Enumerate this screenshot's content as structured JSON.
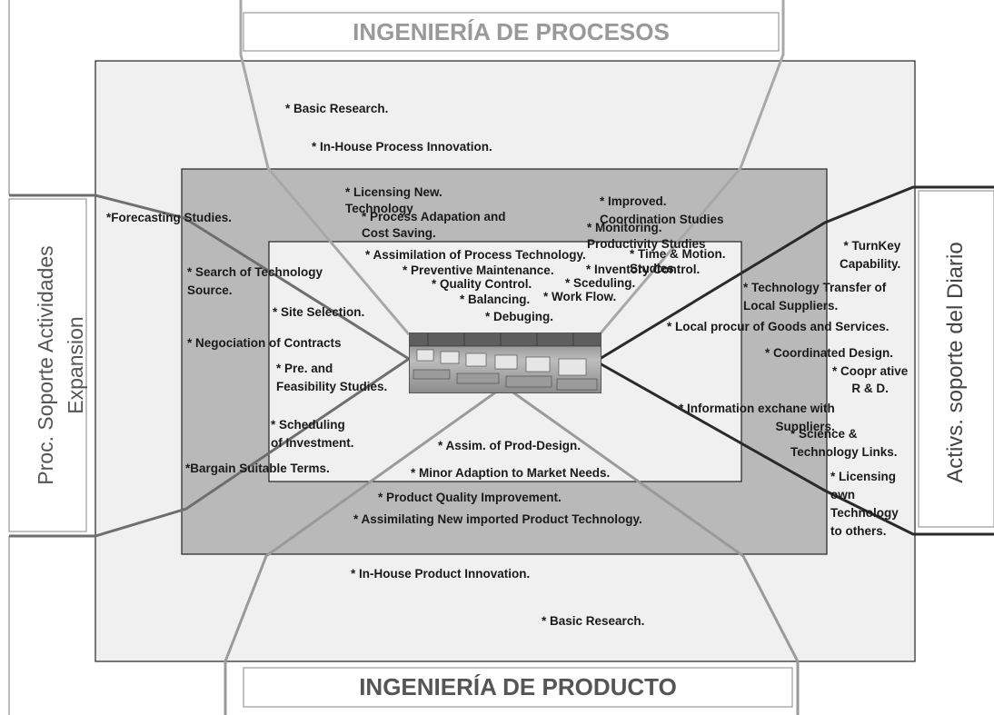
{
  "titles": {
    "top": "INGENIERÍA DE PROCESOS",
    "bottom": "INGENIERÍA DE PRODUCTO",
    "left_line1": "Proc. Soporte Actividades",
    "left_line2": "Expansion",
    "right": "Activs. soporte del Diario"
  },
  "items": {
    "basic_research_top": "* Basic Research.",
    "in_house_process": "* In-House Process Innovation.",
    "licensing_new_tech": "* Licensing New.\nTechnology",
    "process_adapation": "* Process Adapation and\nCost Saving.",
    "improved_coordination": "* Improved.\nCoordination Studies",
    "monitoring_productivity": "* Monitoring.\nProductivity Studies",
    "time_motion": "* Time & Motion.\nStudies",
    "forecasting": "*Forecasting Studies.",
    "assimilation_process": "* Assimilation of Process Technology.",
    "preventive_maintenance": "* Preventive Maintenance.",
    "inventory_control": "* Inventory Control.",
    "quality_control": "* Quality Control.",
    "sceduling": "* Sceduling.",
    "balancing": "* Balancing.",
    "work_flow": "* Work Flow.",
    "debuging": "* Debuging.",
    "search_technology": "* Search of Technology\nSource.",
    "site_selection": "* Site Selection.",
    "negociation_contracts": "* Negociation of Contracts",
    "pre_feasibility": "* Pre. and\nFeasibility Studies.",
    "scheduling_investment": "* Scheduling\nof Investment.",
    "bargain_terms": "*Bargain Suitable Terms.",
    "assim_prod_design": "* Assim. of Prod-Design.",
    "minor_adaption": "* Minor Adaption to Market Needs.",
    "product_quality": "* Product Quality Improvement.",
    "assimilating_new": "* Assimilating New imported Product Technology.",
    "in_house_product": "* In-House Product Innovation.",
    "basic_research_bottom": "* Basic Research.",
    "turnkey": "* TurnKey\nCapability.",
    "tech_transfer": "* Technology Transfer of\nLocal Suppliers.",
    "local_procur": "* Local procur of Goods and Services.",
    "coordinated_design": "* Coordinated Design.",
    "coopr_rd": "* Coopr ative\nR & D.",
    "information_exchane": "* Information exchane with\nSuppliers.",
    "science_tech_links": "* Science &\nTechnology Links.",
    "licensing_own": "* Licensing\nown\nTechnology\nto others."
  },
  "colors": {
    "outer_box": "#f0f0f0",
    "middle_box": "#b9b9b9",
    "inner_box": "#f0f0f0",
    "grey_lines": "#9d9d9d",
    "dark_lines": "#2a2a2a",
    "left_lines": "#6e6e6e"
  }
}
